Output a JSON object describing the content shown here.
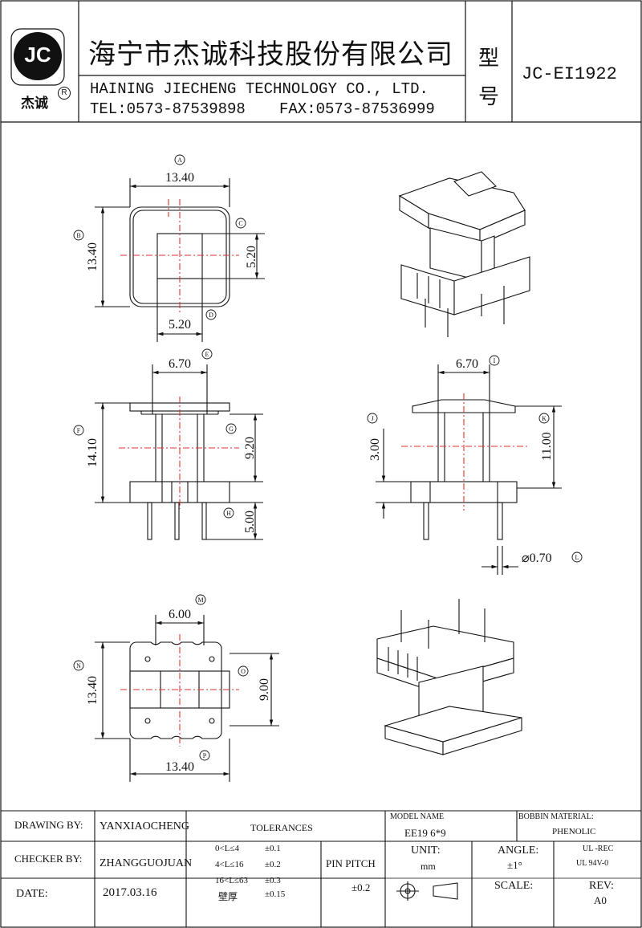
{
  "header": {
    "logo_letters": "JC",
    "logo_sub": "杰诚",
    "logo_reg": "R",
    "company_cn": "海宁市杰诚科技股份有限公司",
    "company_en": "HAINING JIECHENG TECHNOLOGY CO., LTD.",
    "tel": "TEL:0573-87539898",
    "fax": "FAX:0573-87536999",
    "model_label_1": "型",
    "model_label_2": "号",
    "model": "JC-EI1922"
  },
  "dims": {
    "A": {
      "tag": "A",
      "value": "13.40"
    },
    "B": {
      "tag": "B",
      "value": "13.40"
    },
    "C": {
      "tag": "C",
      "value": "5.20"
    },
    "D": {
      "tag": "D",
      "value": "5.20"
    },
    "E": {
      "tag": "E",
      "value": "6.70"
    },
    "F": {
      "tag": "F",
      "value": "14.10"
    },
    "G": {
      "tag": "G",
      "value": "9.20"
    },
    "H": {
      "tag": "H",
      "value": "5.00"
    },
    "I": {
      "tag": "I",
      "value": "6.70"
    },
    "J": {
      "tag": "J",
      "value": "3.00"
    },
    "K": {
      "tag": "K",
      "value": "11.00"
    },
    "L": {
      "tag": "L",
      "value": "⌀0.70"
    },
    "M": {
      "tag": "M",
      "value": "6.00"
    },
    "N": {
      "tag": "N",
      "value": "13.40"
    },
    "O": {
      "tag": "O",
      "value": "9.00"
    },
    "P": {
      "tag": "P",
      "value": "13.40"
    }
  },
  "title_block": {
    "drawing_by_label": "DRAWING  BY:",
    "drawing_by": "YANXIAOCHENG",
    "checker_by_label": "CHECKER  BY:",
    "checker_by": "ZHANGGUOJUAN",
    "date_label": "DATE:",
    "date": "2017.03.16",
    "tolerances_label": "TOLERANCES",
    "tol_rows": [
      {
        "range": "0<L≤4",
        "tol": "±0.1"
      },
      {
        "range": "4<L≤16",
        "tol": "±0.2"
      },
      {
        "range": "16<L≤63",
        "tol": "±0.3"
      },
      {
        "range": "壁厚",
        "tol": "±0.15"
      }
    ],
    "pin_pitch_label": "PIN PITCH",
    "pin_pitch": "±0.2",
    "model_name_label": "MODEL NAME",
    "model_name": "EE19  6*9",
    "unit_label": "UNIT:",
    "unit": "mm",
    "angle_label": "ANGLE:",
    "angle": "±1°",
    "scale_label": "SCALE:",
    "bobbin_label": "BOBBIN MATERIAL:",
    "bobbin": "PHENOLIC",
    "ul_1": "UL -REC",
    "ul_2": "UL  94V-0",
    "rev_label": "REV:",
    "rev": "A0"
  }
}
